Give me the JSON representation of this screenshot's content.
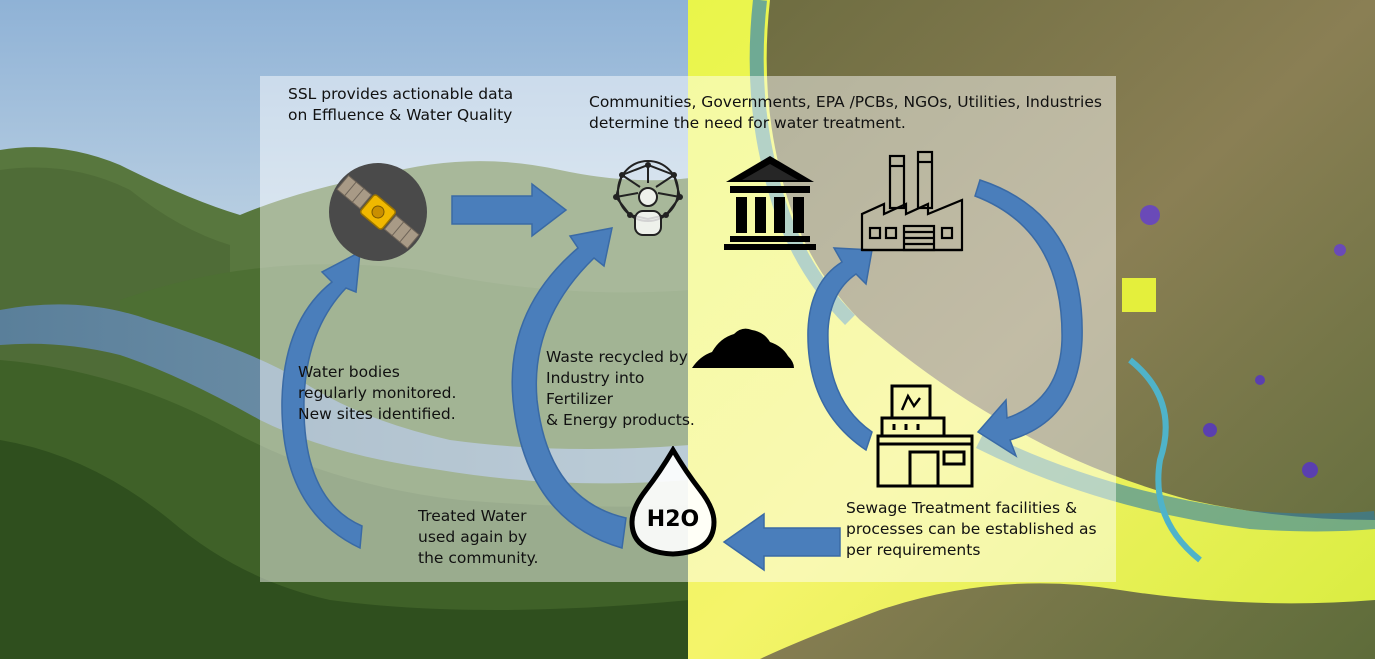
{
  "diagram": {
    "labels": {
      "ssl_text": "SSL provides actionable data\non Effluence & Water Quality",
      "stakeholders_text": "Communities, Governments, EPA /PCBs, NGOs, Utilities, Industries\ndetermine the need for water treatment.",
      "monitoring_text": "Water bodies\nregularly monitored.\nNew sites identified.",
      "waste_text": "Waste recycled by\nIndustry into Fertilizer\n& Energy products.",
      "treated_text": "Treated Water\nused again by\nthe community.",
      "sewage_text": "Sewage Treatment facilities &\nprocesses can be established as\nper requirements"
    },
    "icons": {
      "satellite": "satellite-icon",
      "network": "network-people-icon",
      "government": "government-building-icon",
      "factory": "factory-icon",
      "fertilizer": "fertilizer-pile-icon",
      "treatment_plant": "treatment-plant-icon",
      "water_drop": "water-drop-icon",
      "water_drop_text": "H2O"
    },
    "colors": {
      "arrow_fill": "#4a7ebb",
      "arrow_stroke": "#3a6aa5",
      "panel": "rgba(255,255,255,0.48)",
      "satellite_circle": "#4a4a4a",
      "satellite_body": "#f0b800"
    }
  }
}
